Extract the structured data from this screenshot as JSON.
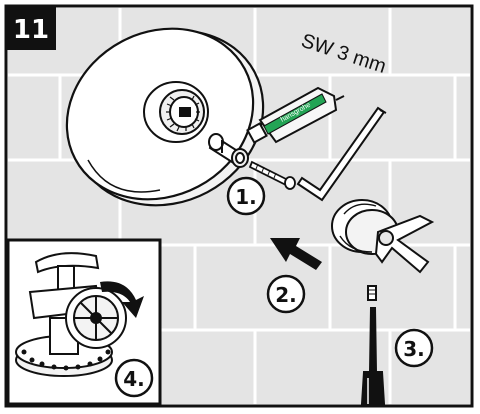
{
  "figure": {
    "number": "11",
    "tool_label": "SW 3 mm",
    "tube_brand": "hansgrohe",
    "steps": [
      "1.",
      "2.",
      "3.",
      "4."
    ],
    "colors": {
      "ink": "#111111",
      "background": "#ffffff",
      "tile": "#e3e3e3",
      "grout": "#cfcfcf",
      "tube_stripe": "#23a455",
      "tube_body": "#f7f7f7"
    }
  }
}
